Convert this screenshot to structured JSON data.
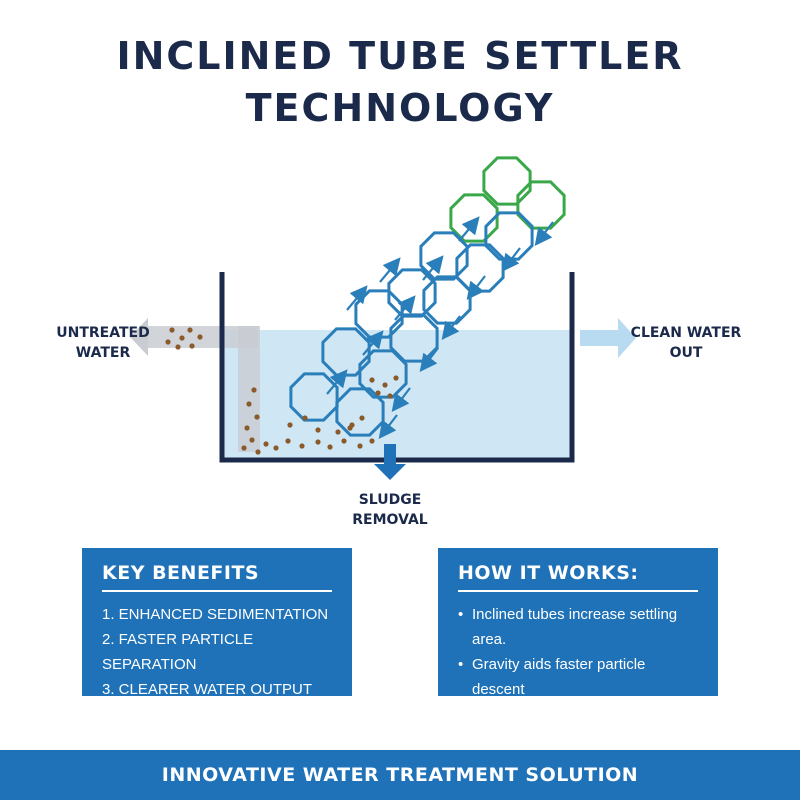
{
  "title": {
    "line1": "INCLINED TUBE SETTLER",
    "line2": "TECHNOLOGY"
  },
  "labels": {
    "inlet": [
      "UNTREATED",
      "WATER"
    ],
    "outlet": [
      "CLEAN WATER",
      "OUT"
    ],
    "sludge": [
      "SLUDGE",
      "REMOVAL"
    ]
  },
  "key_benefits": {
    "heading": "KEY BENEFITS",
    "items": [
      "1. ENHANCED SEDIMENTATION",
      "2. FASTER PARTICLE SEPARATION",
      "3. CLEARER WATER OUTPUT"
    ]
  },
  "how_it_works": {
    "heading": "HOW IT WORKS:",
    "bullet": "•",
    "items": [
      "Inclined tubes increase settling area.",
      "Gravity aids faster particle descent"
    ]
  },
  "footer": "INNOVATIVE WATER TREATMENT SOLUTION",
  "colors": {
    "navy": "#1b2a4a",
    "blue": "#1f72b8",
    "tube_blue": "#2a7fba",
    "tube_green": "#3aa84a",
    "water": "#cfe6f5",
    "sediment": "#8a5a2b"
  }
}
